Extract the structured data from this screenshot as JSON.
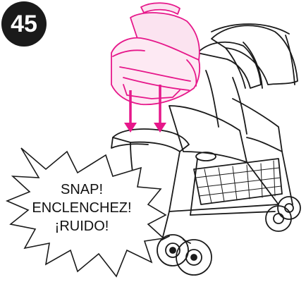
{
  "step": {
    "number": "45"
  },
  "callout": {
    "lines": [
      "SNAP!",
      "ENCLENCHEZ!",
      "¡RUIDO!"
    ]
  },
  "colors": {
    "accent": "#e6178a",
    "ink": "#1a1a1a",
    "background": "#ffffff"
  },
  "icons": {
    "arrows": "down-arrow-icon",
    "carseat": "infant-car-seat",
    "stroller": "double-stroller"
  }
}
